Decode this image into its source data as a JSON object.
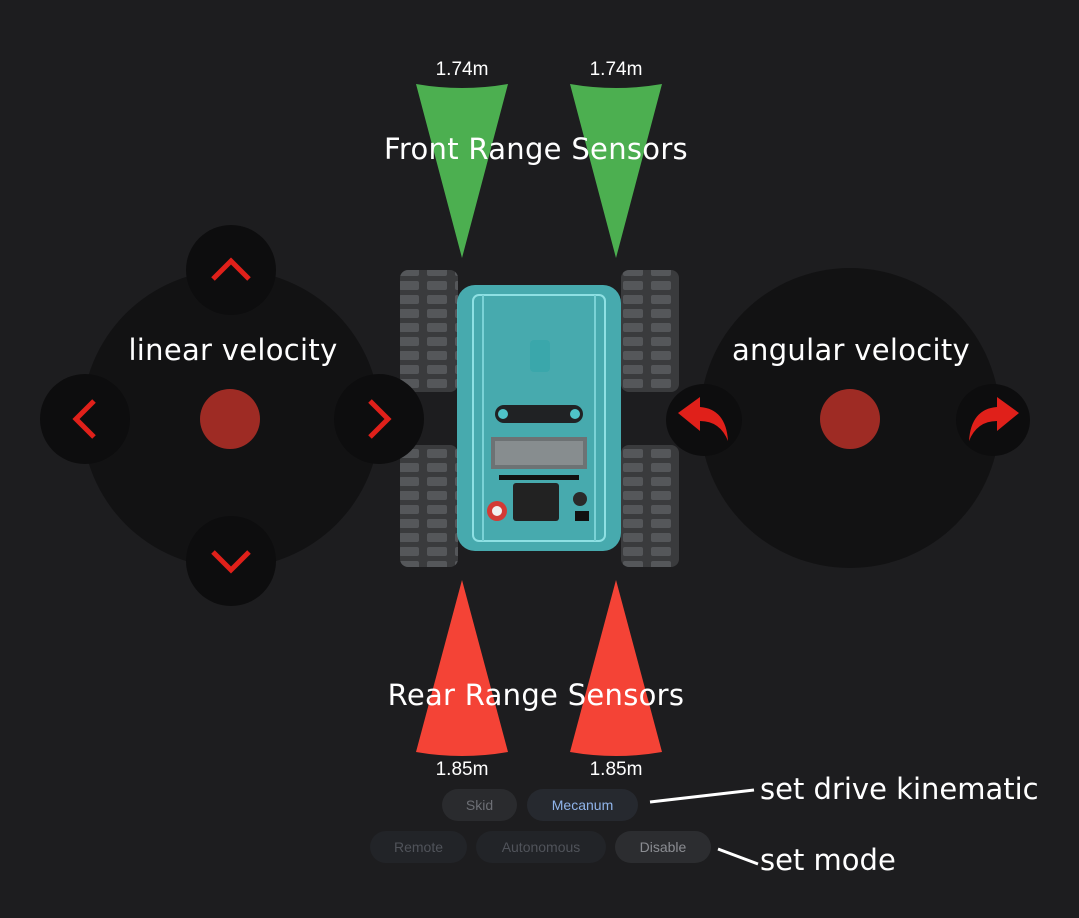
{
  "sensors": {
    "front_label": "Front Range Sensors",
    "rear_label": "Rear Range Sensors",
    "front_left": "1.74m",
    "front_right": "1.74m",
    "rear_left": "1.85m",
    "rear_right": "1.85m",
    "front_color": "#4caf50",
    "rear_color": "#f44336"
  },
  "linear_pad": {
    "label": "linear velocity",
    "up_icon": "chevron-up-icon",
    "down_icon": "chevron-down-icon",
    "left_icon": "chevron-left-icon",
    "right_icon": "chevron-right-icon"
  },
  "angular_pad": {
    "label": "angular velocity",
    "left_icon": "rotate-left-icon",
    "right_icon": "rotate-right-icon"
  },
  "kinematics": {
    "options": [
      "Skid",
      "Mecanum"
    ],
    "selected": "Mecanum",
    "annotation": "set drive kinematic"
  },
  "mode": {
    "options": [
      "Remote",
      "Autonomous",
      "Disable"
    ],
    "annotation": "set mode"
  },
  "colors": {
    "background": "#1d1d1f",
    "accent_red": "#e0201a",
    "knob": "#9e2b24",
    "robot_body": "#4fc3c8",
    "active_text": "#90b4ea"
  }
}
